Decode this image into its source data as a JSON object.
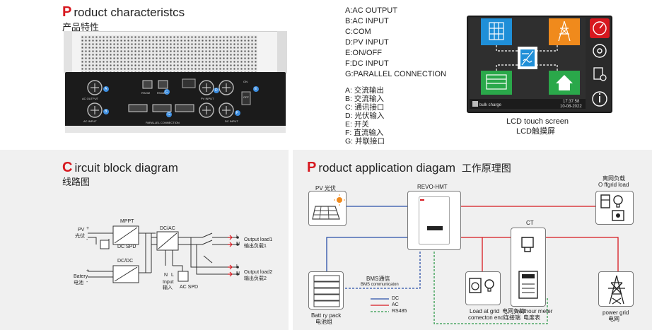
{
  "product_characteristics": {
    "title_cap": "P",
    "title_rest": "roduct characteristcs",
    "subtitle": "产品特性",
    "panel_labels": {
      "a": "A",
      "b": "B",
      "c": "C",
      "d": "D",
      "e": "E",
      "f": "F",
      "g": "G",
      "ac_output": "AC OUTPUT",
      "ac_input": "AC INPUT",
      "pv_input": "PV INPUT",
      "dc_input": "DC INPUT",
      "rs232": "RS232",
      "rs485": "RS485",
      "parallel": "PARALLEL CONNECTION",
      "off": "OFF",
      "on": "ON"
    },
    "legend_en": [
      "A:AC OUTPUT",
      "B:AC INPUT",
      "C:COM",
      "D:PV INPUT",
      "E:ON/OFF",
      "F:DC INPUT",
      "G:PARALLEL CONNECTION"
    ],
    "legend_cn": [
      "A:  交流输出",
      "B:  交流输入",
      "C:  通讯接口",
      "D:  光伏输入",
      "E:  开关",
      "F:  直流输入",
      "G:  并联接口"
    ],
    "lcd": {
      "status_text": "bulk charge",
      "time": "17:37:58",
      "date": "10-08-2022",
      "caption_en": "LCD touch screen",
      "caption_cn": "LCD触摸屏"
    }
  },
  "circuit": {
    "title_cap": "C",
    "title_rest": "ircuit block diagram",
    "subtitle": "线路图",
    "labels": {
      "pv": "PV",
      "pv_cn": "光伏",
      "mppt": "MPPT",
      "dc_spd": "DC SPD",
      "dcac": "DC/AC",
      "dcdc": "DC/DC",
      "battery": "Batery",
      "battery_cn": "电池",
      "input": "Input",
      "input_cn": "输入",
      "ac_spd": "AC SPD",
      "n": "N",
      "l": "L",
      "load1": "Output load1",
      "load1_cn": "输出负载1",
      "load2": "Output load2",
      "load2_cn": "输出负载2",
      "plus": "+",
      "minus": "-"
    }
  },
  "application": {
    "title_cap": "P",
    "title_rest": "roduct application diagam",
    "title_cn": "工作原理图",
    "pv": "PV 光伏",
    "inverter": "REVO-HMT",
    "offgrid_cn": "离网负载",
    "offgrid_en": "O ffgrid load",
    "ct": "CT",
    "battery_en": "Batt ry pack",
    "battery_cn": "电池组",
    "bms_cn": "BMS通信",
    "bms_en": "BMS communicaton",
    "legend": [
      "DC",
      "AC",
      "RS485"
    ],
    "load_grid_en1": "Load at grid",
    "load_grid_en2": "comecton end",
    "load_grid_cn1": "电网负荷",
    "load_grid_cn2": "连接端",
    "meter_en": "watthour meter",
    "meter_cn": "电度表",
    "grid_en": "power grid",
    "grid_cn": "电网"
  },
  "colors": {
    "accent_red": "#d7181f",
    "dc_blue": "#2a4fa8",
    "ac_red": "#d7181f",
    "rs485_green": "#2e9a4a",
    "lcd_blue": "#1f8fd8",
    "lcd_orange": "#f08a1c",
    "lcd_green": "#2aa84a"
  }
}
